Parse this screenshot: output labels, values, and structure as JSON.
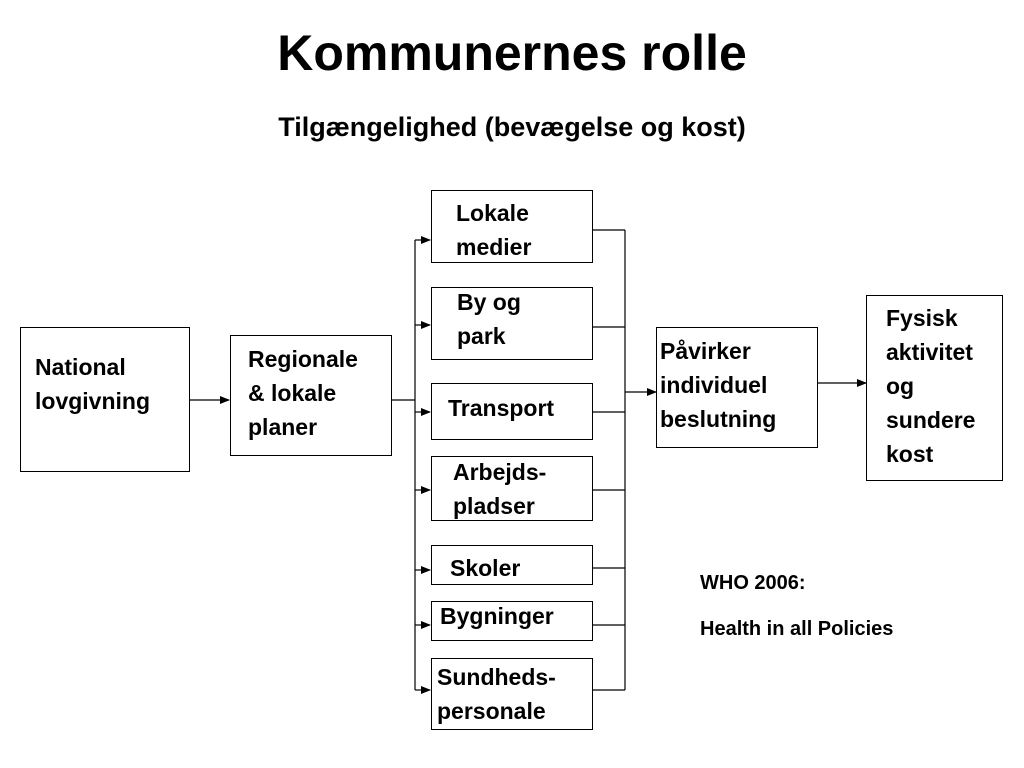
{
  "title": "Kommunernes rolle",
  "subtitle": "Tilgængelighed (bevægelse og kost)",
  "nodes": {
    "national": "National\nlovgivning",
    "regionale": "Regionale\n& lokale\nplaner",
    "lokale_medier": "Lokale\nmedier",
    "by_og_park": "By og\npark",
    "transport": "Transport",
    "arbejdspladser": "Arbejds-\npladser",
    "skoler": "Skoler",
    "bygninger": "Bygninger",
    "sundhedspersonale": "Sundheds-\npersonale",
    "paavirker": "Påvirker\nindividuel\nbeslutning",
    "fysisk": "Fysisk\naktivitet\nog\nsundere\nkost"
  },
  "source": {
    "line1": "WHO 2006:",
    "line2": "Health in all Policies"
  }
}
